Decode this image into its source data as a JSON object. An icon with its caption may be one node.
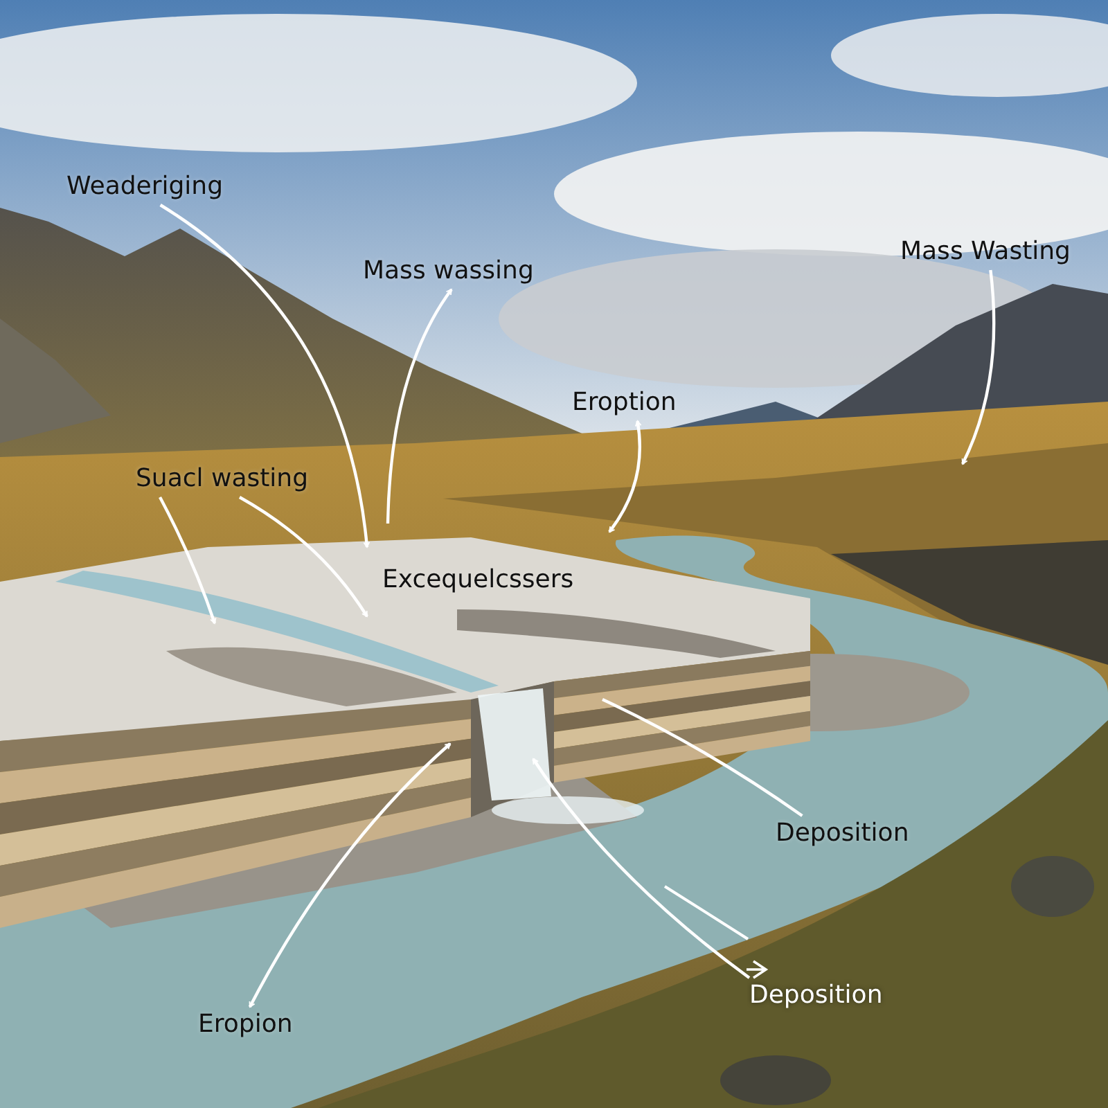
{
  "diagram": {
    "nodes": [
      {
        "text": [
          "Weaderiging"
        ]
      },
      {
        "text": [
          "Mass wassing"
        ]
      },
      {
        "text": [
          "Mass Wasting"
        ]
      },
      {
        "text": [
          "Eroption"
        ]
      },
      {
        "text": [
          "Suacl wasting"
        ]
      },
      {
        "text": [
          "Deposition"
        ]
      },
      {
        "text": [
          "Eropion"
        ]
      },
      {
        "text": [
          "Deposition"
        ]
      }
    ],
    "edges": [
      {
        "from": 0,
        "to": null,
        "arrow": "to"
      },
      {
        "from": null,
        "to": 1,
        "arrow": "to"
      },
      {
        "from": 2,
        "to": null,
        "arrow": "to"
      },
      {
        "from": 3,
        "to": null,
        "arrow": "both"
      },
      {
        "from": 4,
        "to": null,
        "arrow": "to"
      },
      {
        "from": 4,
        "to": null,
        "arrow": "to"
      },
      {
        "from": 5,
        "to": null,
        "arrow": "none"
      },
      {
        "from": 6,
        "to": null,
        "arrow": "both"
      },
      {
        "from": 7,
        "to": null,
        "arrow": "to"
      }
    ],
    "labels": [
      "Excequelcssers"
    ]
  }
}
